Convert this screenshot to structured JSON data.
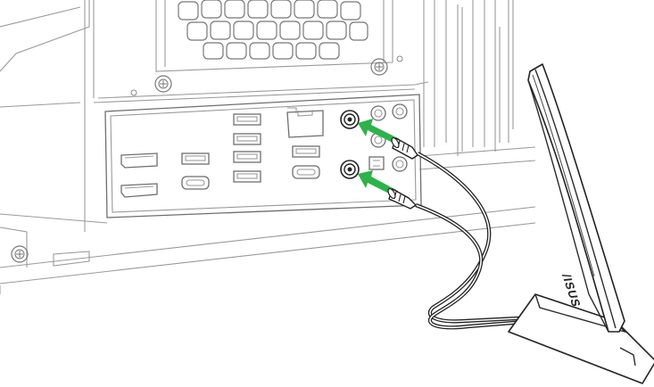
{
  "diagram": {
    "brand_logo_text": "/ISUS",
    "accent_color": "#2db34a",
    "connectors": [
      {
        "name": "antenna-connector-top"
      },
      {
        "name": "antenna-connector-bottom"
      }
    ],
    "icons": [
      "case-screw-icon",
      "ethernet-port-icon",
      "usb-port-icon",
      "hdmi-port-icon",
      "displayport-icon",
      "audio-jack-icon",
      "insert-arrow-icon"
    ]
  }
}
